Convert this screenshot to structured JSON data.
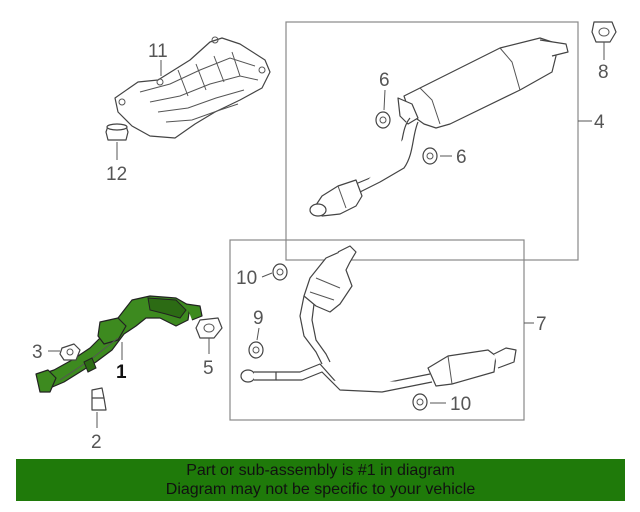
{
  "callouts": {
    "c1": "1",
    "c2": "2",
    "c3": "3",
    "c4": "4",
    "c5": "5",
    "c6a": "6",
    "c6b": "6",
    "c7": "7",
    "c8": "8",
    "c9": "9",
    "c10a": "10",
    "c10b": "10",
    "c11": "11",
    "c12": "12"
  },
  "banner": {
    "line1": "Part or sub-assembly is #1 in diagram",
    "line2": "Diagram may not be specific to your vehicle"
  },
  "colors": {
    "highlight_part": "#3d8a1f",
    "banner_bg": "#1f7a0a"
  }
}
